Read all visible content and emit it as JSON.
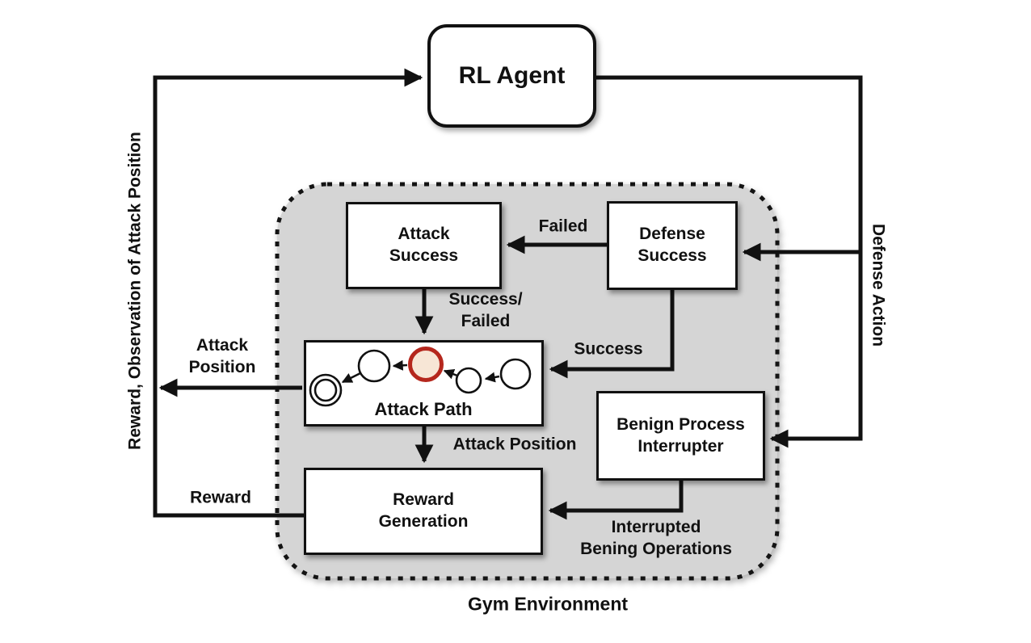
{
  "diagram": {
    "title": "Gym Environment",
    "nodes": {
      "rl_agent": "RL Agent",
      "attack_success": "Attack\nSuccess",
      "defense_success": "Defense\nSuccess",
      "attack_path": "Attack Path",
      "benign_process_interrupter": "Benign Process\nInterrupter",
      "reward_generation": "Reward\nGeneration"
    },
    "labels": {
      "observation": "Reward, Observation of Attack Position",
      "defense_action": "Defense Action",
      "failed": "Failed",
      "success_failed": "Success/\nFailed",
      "success": "Success",
      "attack_position_left": "Attack\nPosition",
      "attack_position_bottom": "Attack Position",
      "reward": "Reward",
      "interrupted": "Interrupted\nBening Operations",
      "gym": "Gym Environment"
    },
    "edges": [
      {
        "from": "Gym Environment",
        "to": "RL Agent",
        "label": "Reward, Observation of Attack Position"
      },
      {
        "from": "RL Agent",
        "to": "Defense Success",
        "label": "Defense Action"
      },
      {
        "from": "RL Agent",
        "to": "Benign Process Interrupter",
        "label": "Defense Action"
      },
      {
        "from": "Defense Success",
        "to": "Attack Success",
        "label": "Failed"
      },
      {
        "from": "Defense Success",
        "to": "Attack Path",
        "label": "Success"
      },
      {
        "from": "Attack Success",
        "to": "Attack Path",
        "label": "Success/Failed"
      },
      {
        "from": "Attack Path",
        "to": "RL Agent feedback line",
        "label": "Attack Position"
      },
      {
        "from": "Attack Path",
        "to": "Reward Generation",
        "label": "Attack Position"
      },
      {
        "from": "Benign Process Interrupter",
        "to": "Reward Generation",
        "label": "Interrupted Bening Operations"
      },
      {
        "from": "Reward Generation",
        "to": "RL Agent feedback line",
        "label": "Reward"
      }
    ],
    "attack_path_states": {
      "node_count": 5,
      "goal_node": "double-circle (leftmost)",
      "current_node": "red-outlined node (3rd from left)"
    },
    "colors": {
      "background": "#ffffff",
      "line": "#111111",
      "gym_fill": "#d5d5d5",
      "box_fill": "#ffffff",
      "current_node_fill": "#f7e6d6",
      "current_node_border": "#b5271d"
    }
  }
}
